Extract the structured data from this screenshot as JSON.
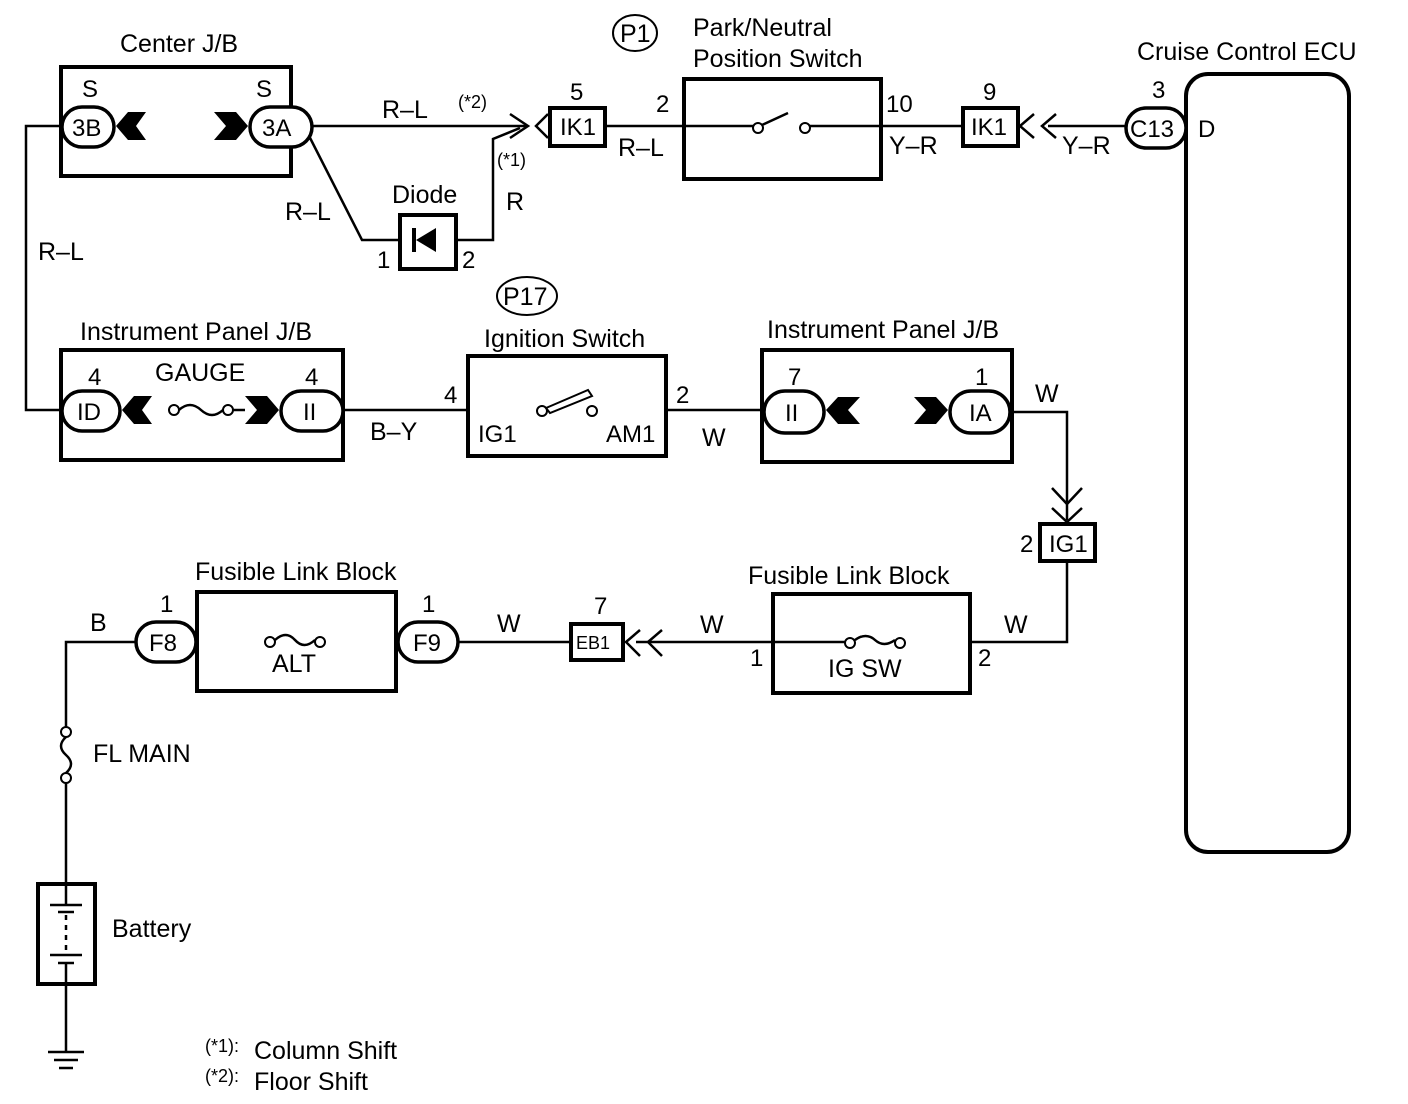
{
  "diagram": {
    "colors": {
      "line": "#000000",
      "background": "#ffffff"
    },
    "components": {
      "center_jb": {
        "title": "Center J/B",
        "left_pin": "S",
        "left_conn": "3B",
        "right_pin": "S",
        "right_conn": "3A"
      },
      "diode": {
        "title": "Diode",
        "pin1": "1",
        "pin2": "2"
      },
      "pn_switch": {
        "ref": "P1",
        "title_line1": "Park/Neutral",
        "title_line2": "Position Switch",
        "pin_left": "2",
        "pin_right": "10"
      },
      "ik1_left": {
        "conn": "IK1",
        "pin": "5"
      },
      "ik1_right": {
        "conn": "IK1",
        "pin": "9"
      },
      "ecu": {
        "title": "Cruise Control ECU",
        "conn": "C13",
        "pin": "3",
        "terminal": "D"
      },
      "ip_jb_left": {
        "title": "Instrument Panel J/B",
        "fuse": "GAUGE",
        "left_conn": "ID",
        "left_pin": "4",
        "right_conn": "II",
        "right_pin": "4"
      },
      "ign_switch": {
        "ref": "P17",
        "title": "Ignition Switch",
        "term_left": "IG1",
        "term_right": "AM1",
        "pin_left": "4",
        "pin_right": "2"
      },
      "ip_jb_right": {
        "title": "Instrument Panel J/B",
        "left_conn": "II",
        "left_pin": "7",
        "right_conn": "IA",
        "right_pin": "1"
      },
      "ig1_conn": {
        "conn": "IG1",
        "pin": "2"
      },
      "fl_block_left": {
        "title": "Fusible Link Block",
        "fuse": "ALT",
        "left_conn": "F8",
        "left_pin": "1",
        "right_conn": "F9",
        "right_pin": "1"
      },
      "eb1_conn": {
        "conn": "EB1",
        "pin": "7"
      },
      "fl_block_right": {
        "title": "Fusible Link Block",
        "fuse": "IG SW",
        "pin_left": "1",
        "pin_right": "2"
      },
      "fl_main": {
        "title": "FL MAIN"
      },
      "battery": {
        "title": "Battery"
      }
    },
    "wires": {
      "center_to_ik1": "R–L",
      "center_to_diode": "R–L",
      "diode_to_ik1": "R",
      "left_vertical": "R–L",
      "ik1_to_switch": "R–L",
      "switch_to_ik1": "Y–R",
      "ik1_to_ecu": "Y–R",
      "ipjb_to_ign": "B–Y",
      "ign_to_ipjb": "W",
      "ipjb_to_ig1": "W",
      "ig1_to_flblock": "W",
      "flblock_to_eb1": "W",
      "f9_to_eb1": "W",
      "fl_main_to_f8": "B"
    },
    "annotations": {
      "floor_mark": "(*2)",
      "column_mark": "(*1)"
    },
    "legend": [
      {
        "mark": "(*1):",
        "text": "Column Shift"
      },
      {
        "mark": "(*2):",
        "text": "Floor Shift"
      }
    ]
  }
}
